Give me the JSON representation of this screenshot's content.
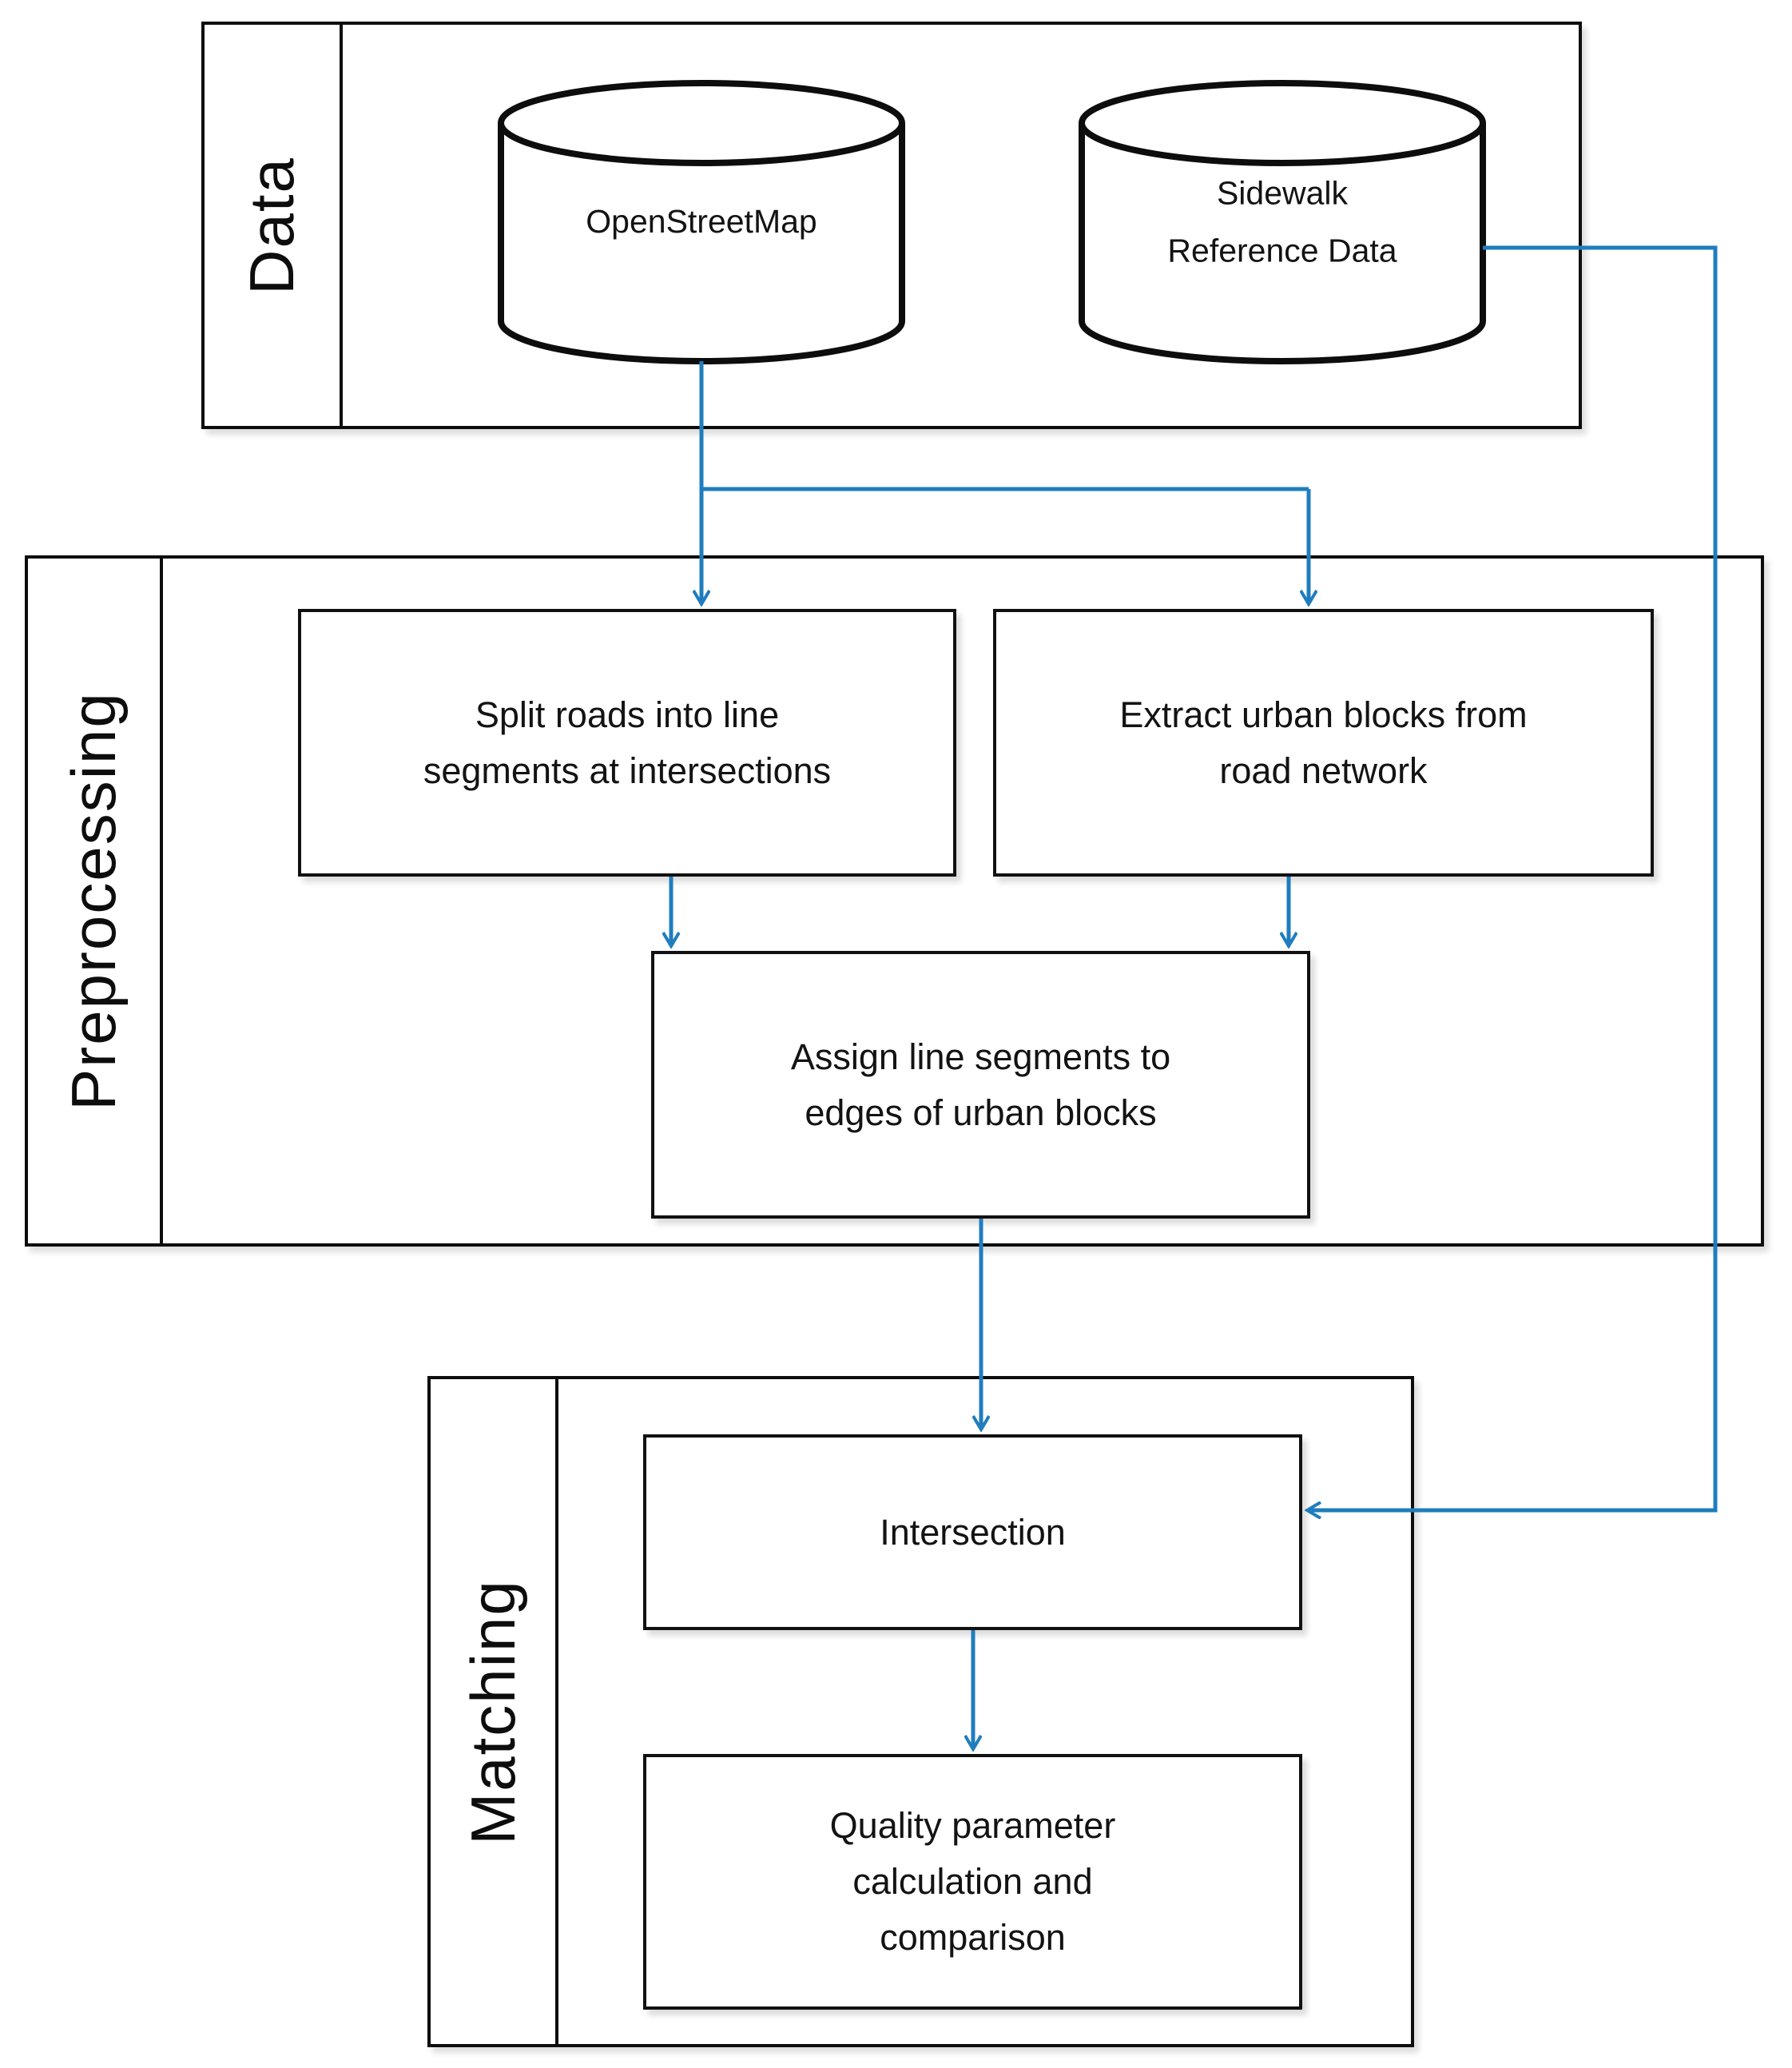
{
  "diagram": {
    "type": "swimlane-flowchart",
    "accent_color": "#1f7dbe",
    "outline_color": "#0d0d0d",
    "background_color": "#ffffff"
  },
  "lanes": [
    {
      "id": "data",
      "title": "Data"
    },
    {
      "id": "preprocessing",
      "title": "Preprocessing"
    },
    {
      "id": "matching",
      "title": "Matching"
    }
  ],
  "data_sources": [
    {
      "id": "osm",
      "label": "OpenStreetMap"
    },
    {
      "id": "sidewalk",
      "line1": "Sidewalk",
      "line2": "Reference  Data"
    }
  ],
  "preprocessing_steps": [
    {
      "id": "split",
      "line1": "Split roads into line",
      "line2": "segments at intersections"
    },
    {
      "id": "extract",
      "line1": "Extract urban blocks from",
      "line2": "road network"
    },
    {
      "id": "assign",
      "line1": "Assign line segments to",
      "line2": "edges of urban blocks"
    }
  ],
  "matching_steps": [
    {
      "id": "intersection",
      "label": "Intersection"
    },
    {
      "id": "quality",
      "line1": "Quality parameter",
      "line2": "calculation and",
      "line3": "comparison"
    }
  ],
  "edges": [
    {
      "from": "osm",
      "to": "split"
    },
    {
      "from": "osm",
      "to": "extract"
    },
    {
      "from": "split",
      "to": "assign"
    },
    {
      "from": "extract",
      "to": "assign"
    },
    {
      "from": "assign",
      "to": "intersection"
    },
    {
      "from": "sidewalk",
      "to": "intersection"
    },
    {
      "from": "intersection",
      "to": "quality"
    }
  ]
}
